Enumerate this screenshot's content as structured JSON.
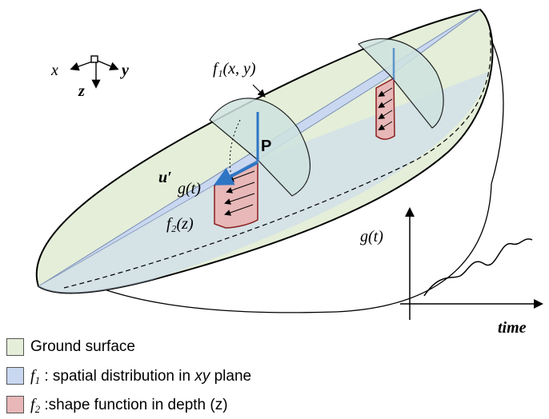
{
  "diagram": {
    "axes": {
      "x": "x",
      "y": "y",
      "z": "z"
    },
    "labels": {
      "f1": "f₁(x, y)",
      "f2": "f₂(z)",
      "point": "P",
      "u_symbol": "u′",
      "u_gt": "g(t)"
    },
    "time_plot": {
      "ylabel": "g(t)",
      "xlabel": "time"
    }
  },
  "legend": {
    "ground": {
      "label": "Ground surface"
    },
    "f1": {
      "sym": "f",
      "sub": "1",
      "label": " : spatial distribution in ",
      "em": "xy",
      "tail": " plane"
    },
    "f2": {
      "sym": "f",
      "sub": "2",
      "label": " :shape function in depth (z)"
    }
  },
  "colors": {
    "ground": "#e4eed9",
    "f1_plane": "#c9d8f0",
    "f2_shape": "#e8b7b7",
    "arrow_blue": "#2e75c4",
    "outline": "#000000"
  }
}
